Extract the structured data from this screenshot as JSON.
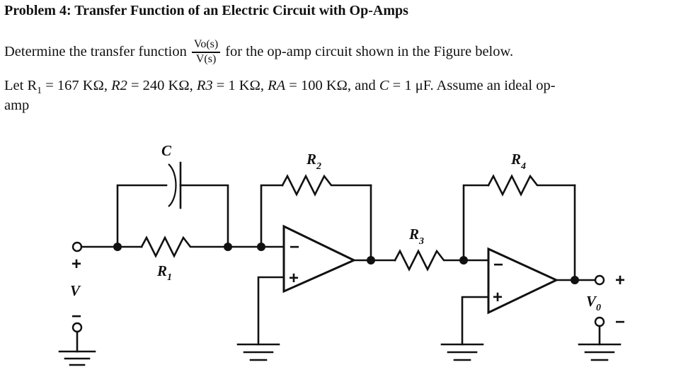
{
  "problem": {
    "title": "Problem 4: Transfer Function of an Electric Circuit with Op-Amps",
    "line1_before": "Determine the transfer function",
    "fraction_numerator": "Vo(s)",
    "fraction_denominator": "V(s)",
    "line1_after": "for the op-amp circuit shown in the Figure below.",
    "line2": "Let R₁ = 167 KΩ, R2 = 240 KΩ, R3 = 1 KΩ, RA = 100 KΩ, and C = 1 μF. Assume an ideal op-",
    "line2_p1": "Let R",
    "line2_sub1": "1",
    "line2_p2": " = 167 KΩ, ",
    "line2_r2": "R2",
    "line2_p3": " = 240 KΩ, ",
    "line2_r3": "R3",
    "line2_p4": " = 1 KΩ, ",
    "line2_r4": "RA",
    "line2_p5": " = 100 KΩ, and ",
    "line2_c": "C",
    "line2_p6": " = 1 μF. Assume an ideal op-",
    "line3": "amp"
  },
  "circuit": {
    "labels": {
      "capacitor": "C",
      "resistor1": "R",
      "resistor1_sub": "1",
      "resistor2": "R",
      "resistor2_sub": "2",
      "resistor3": "R",
      "resistor3_sub": "3",
      "resistor4": "R",
      "resistor4_sub": "4",
      "source": "V",
      "output": "V",
      "output_sub": "0",
      "plus": "+",
      "minus": "−",
      "opamp_inverting": "−",
      "opamp_noninverting": "+"
    },
    "colors": {
      "ink": "#111111",
      "background": "#ffffff"
    },
    "components": [
      {
        "name": "capacitor-C",
        "type": "capacitor",
        "value": "1 μF"
      },
      {
        "name": "resistor-R1",
        "type": "resistor",
        "value": "167 KΩ"
      },
      {
        "name": "resistor-R2",
        "type": "resistor",
        "value": "240 KΩ"
      },
      {
        "name": "resistor-R3",
        "type": "resistor",
        "value": "1 KΩ"
      },
      {
        "name": "resistor-R4",
        "type": "resistor",
        "value": "100 KΩ"
      },
      {
        "name": "opamp-1",
        "type": "op-amp",
        "value": "ideal"
      },
      {
        "name": "opamp-2",
        "type": "op-amp",
        "value": "ideal"
      }
    ]
  }
}
